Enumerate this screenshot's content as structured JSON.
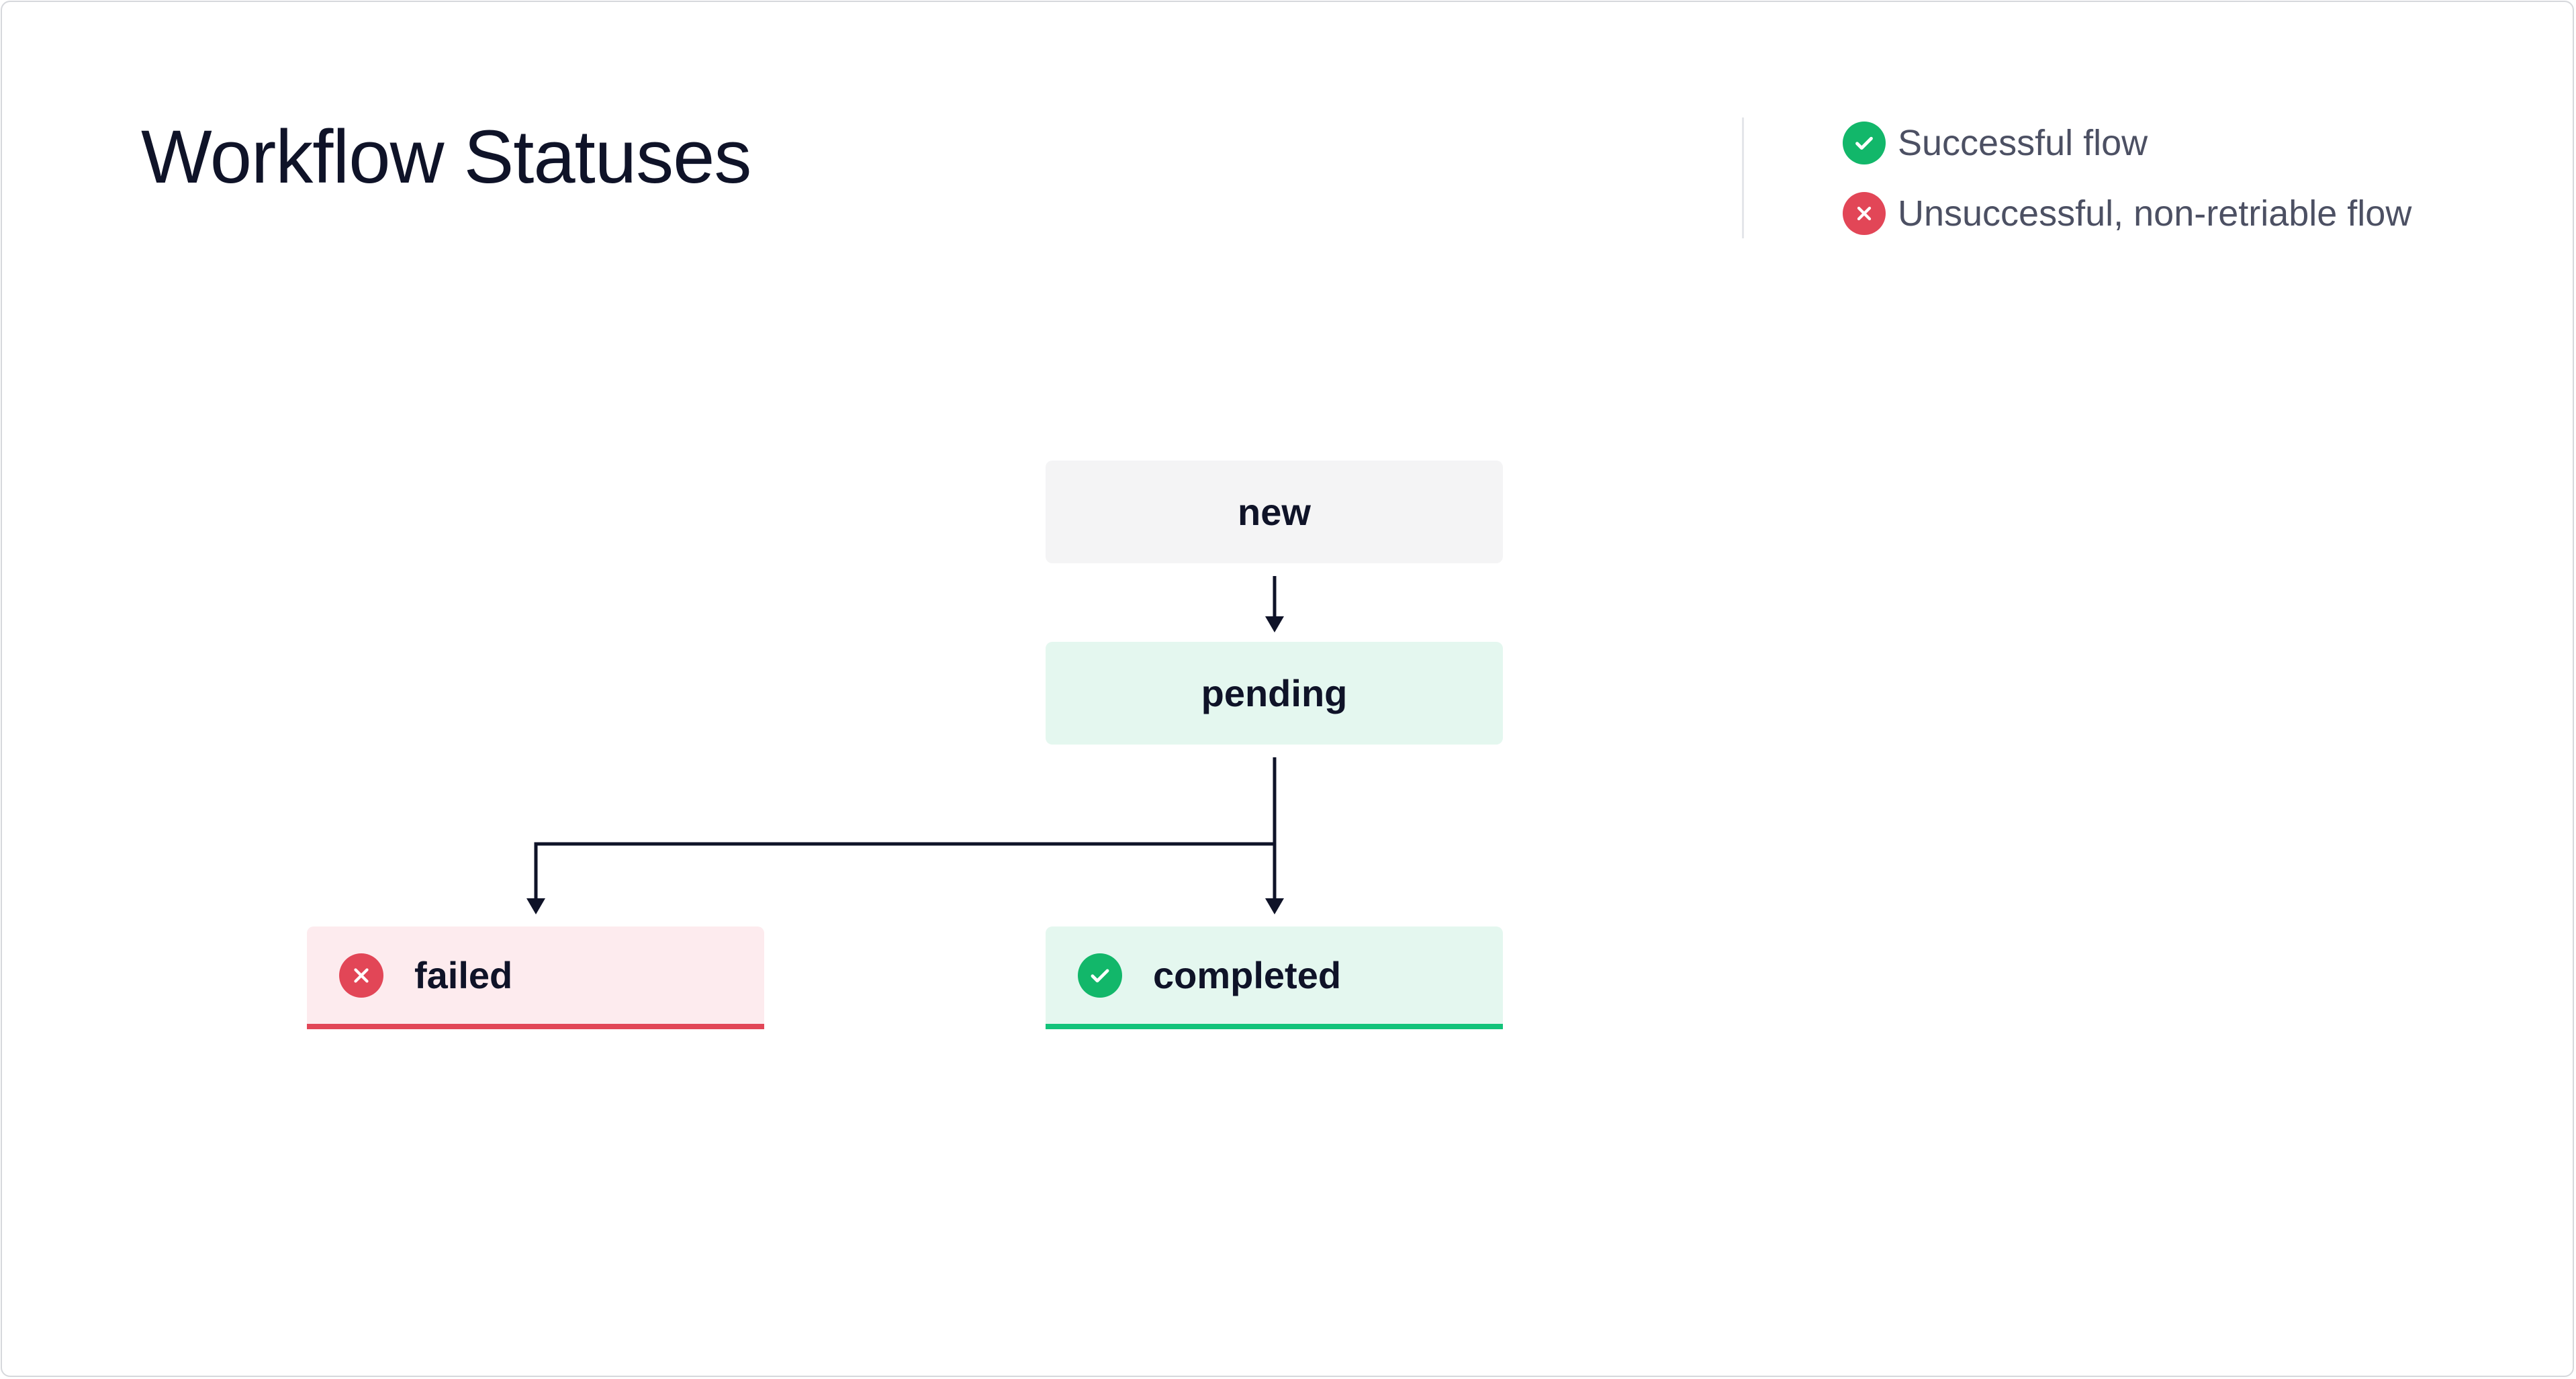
{
  "title": "Workflow Statuses",
  "legend": {
    "items": [
      {
        "label": "Successful flow",
        "icon": "check-circle-icon",
        "color": "#12b76a"
      },
      {
        "label": "Unsuccessful, non-retriable flow",
        "icon": "x-circle-icon",
        "color": "#e24657"
      }
    ]
  },
  "diagram": {
    "nodes": [
      {
        "id": "new",
        "label": "new",
        "fill": "#f4f4f5"
      },
      {
        "id": "pending",
        "label": "pending",
        "fill": "#e4f7ef"
      },
      {
        "id": "failed",
        "label": "failed",
        "fill": "#fdebee",
        "accent": "#e24657",
        "icon": "x-circle-icon"
      },
      {
        "id": "completed",
        "label": "completed",
        "fill": "#e4f7ef",
        "accent": "#12c37a",
        "icon": "check-circle-icon"
      }
    ],
    "edges": [
      {
        "from": "new",
        "to": "pending"
      },
      {
        "from": "pending",
        "to": "failed"
      },
      {
        "from": "pending",
        "to": "completed"
      }
    ]
  },
  "colors": {
    "text": "#0f1328",
    "edge": "#0f1328",
    "success": "#12b76a",
    "failure": "#e24657"
  }
}
